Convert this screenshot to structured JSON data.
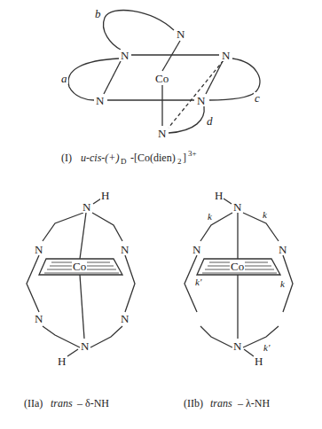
{
  "diagram": {
    "labels": [
      "b",
      "N",
      "N",
      "Co",
      "N",
      "a",
      "N",
      "c",
      "N",
      "d",
      "N",
      "(I)",
      "u-cis-(+)",
      "D",
      "-[Co(dien)",
      "2",
      "]",
      "3+",
      "N",
      "H",
      "N",
      "Co",
      "N",
      "N",
      "N",
      "N",
      "H",
      "(IIa)",
      "trans",
      "– δ-NH",
      "H",
      "N",
      "k",
      "k",
      "k'",
      "Co",
      "N",
      "N",
      "k",
      "k'",
      "N",
      "H",
      "(IIb)",
      "trans",
      "– λ-NH"
    ]
  }
}
